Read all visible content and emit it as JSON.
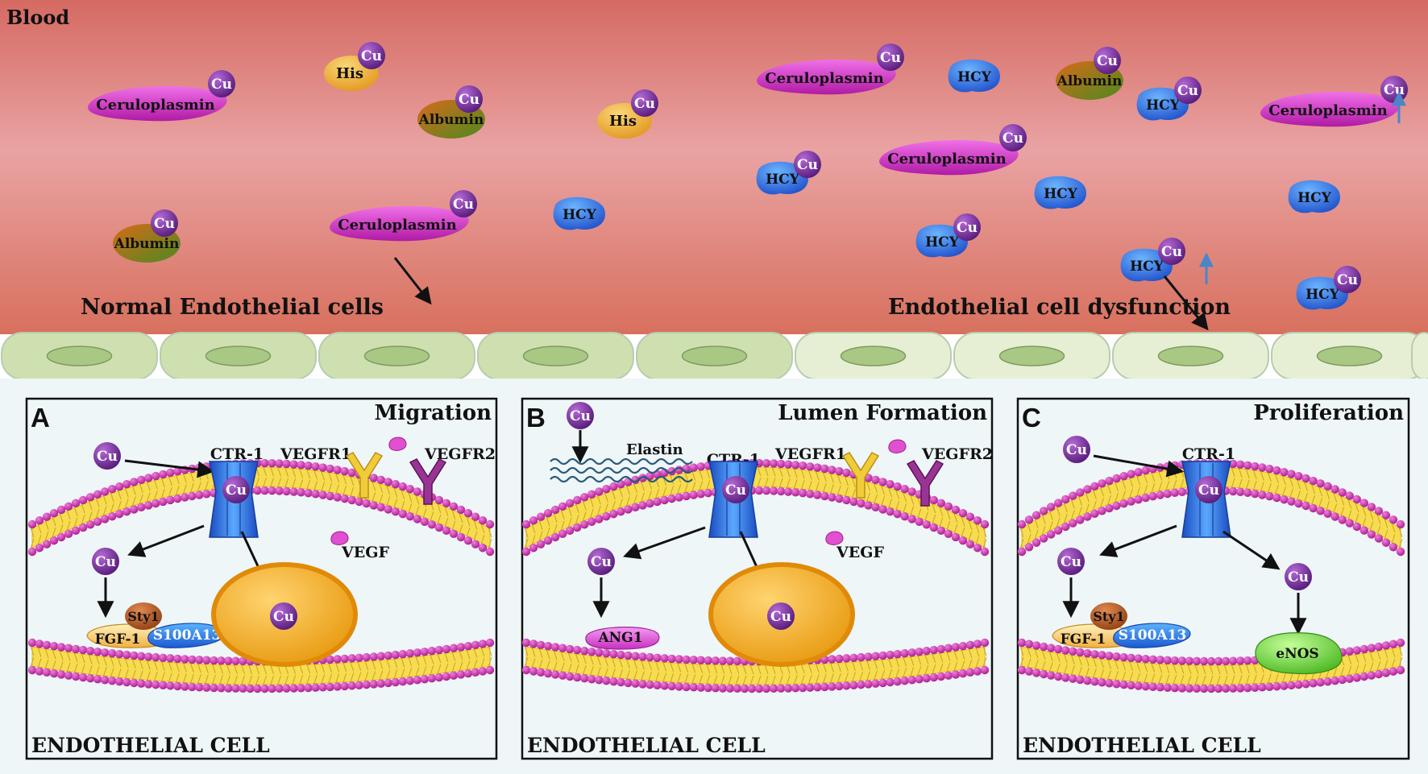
{
  "blood": {
    "label": "Blood",
    "normal_label": "Normal Endothelial cells",
    "dysfunction_label": "Endothelial cell dysfunction",
    "molecules": {
      "cu": "Cu",
      "his": "His",
      "albumin": "Albumin",
      "ceruloplasmin": "Ceruloplasmin",
      "hcy": "HCY"
    }
  },
  "panels": {
    "a": {
      "letter": "A",
      "title": "Migration",
      "footer": "ENDOTHELIAL CELL",
      "labels": {
        "ctr1": "CTR-1",
        "vegfr1": "VEGFR1",
        "vegfr2": "VEGFR2",
        "vegf": "VEGF",
        "sty1": "Sty1",
        "fgf1": "FGF-1",
        "s100a13": "S100A13",
        "cu": "Cu"
      }
    },
    "b": {
      "letter": "B",
      "title": "Lumen Formation",
      "footer": "ENDOTHELIAL CELL",
      "labels": {
        "ctr1": "CTR-1",
        "vegfr1": "VEGFR1",
        "vegfr2": "VEGFR2",
        "vegf": "VEGF",
        "elastin": "Elastin",
        "ang1": "ANG1",
        "cu": "Cu"
      }
    },
    "c": {
      "letter": "C",
      "title": "Proliferation",
      "footer": "ENDOTHELIAL CELL",
      "labels": {
        "ctr1": "CTR-1",
        "sty1": "Sty1",
        "fgf1": "FGF-1",
        "s100a13": "S100A13",
        "enos": "eNOS",
        "cu": "Cu"
      }
    }
  },
  "colors": {
    "blood_top": "#d8746b",
    "blood_mid": "#e8a4a4",
    "endothelium_normal": "#cfe0b0",
    "endothelium_dysfunction": "#e4edd0",
    "nucleus": "#a8c882",
    "cu": "#7b2aa0",
    "ceruloplasmin": "#d630c8",
    "his": "#f0b040",
    "albumin": "#9c6a1c",
    "hcy": "#2d6fe0",
    "ctr1": "#2e6fe8",
    "vegfr1": "#e8c028",
    "vegfr2": "#8a2a8a",
    "vegf": "#d050c0",
    "membrane_head": "#c838a8",
    "membrane_tail": "#f4d23a",
    "cell_nucleus": "#f0a820",
    "up_arrow": "#4a86c8",
    "panel_bg": "#eef6f8"
  }
}
